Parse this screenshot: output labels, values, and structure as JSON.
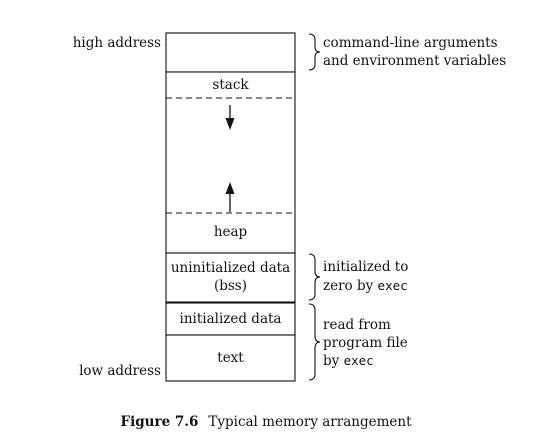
{
  "addresses": {
    "high": "high address",
    "low": "low address"
  },
  "segments": {
    "stack": "stack",
    "heap": "heap",
    "bss_line1": "uninitialized data",
    "bss_line2": "(bss)",
    "initialized_data": "initialized data",
    "text": "text"
  },
  "annotations": {
    "args_line1": "command-line arguments",
    "args_line2": "and environment variables",
    "bss_line1": "initialized to",
    "bss_line2_prefix": "zero by ",
    "bss_line2_code": "exec",
    "read_line1": "read from",
    "read_line2": "program file",
    "read_line3_prefix": "by ",
    "read_line3_code": "exec"
  },
  "caption": {
    "number": "Figure 7.6",
    "text": "Typical memory arrangement"
  }
}
